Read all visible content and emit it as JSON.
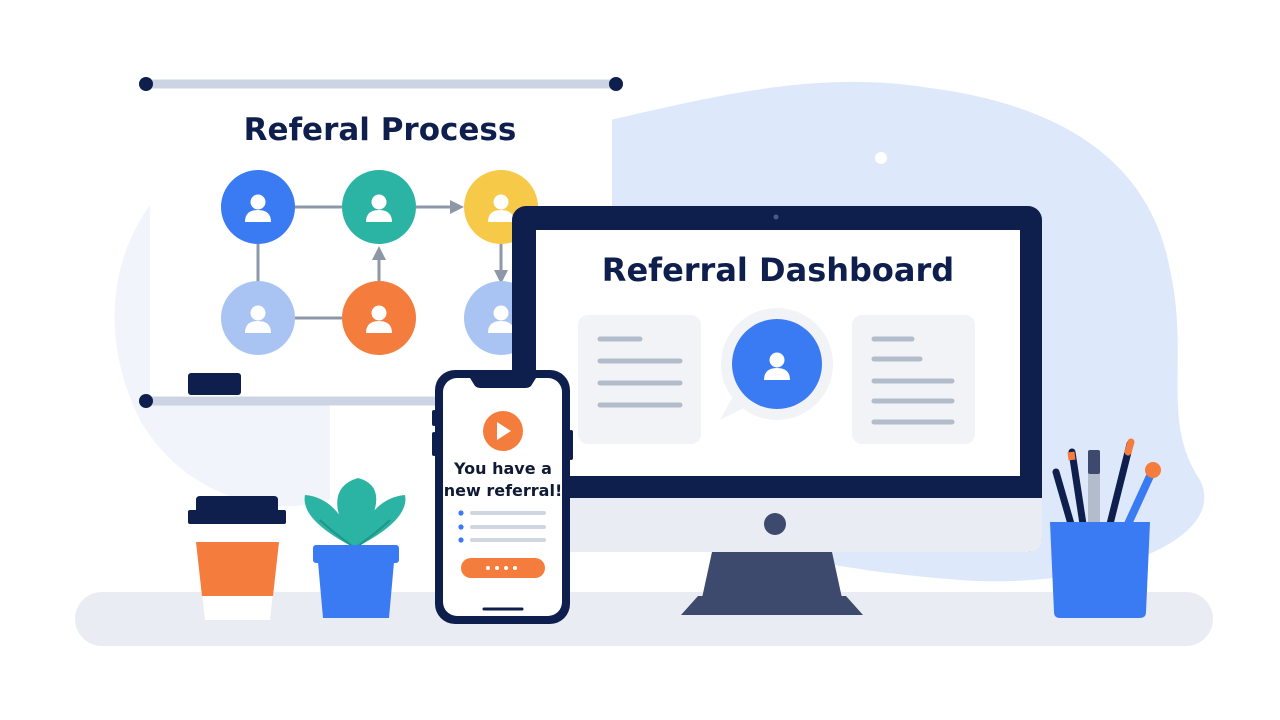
{
  "whiteboard": {
    "title": "Referal Process"
  },
  "monitor": {
    "title": "Referral Dashboard"
  },
  "phone": {
    "notification": "You have a new referral!"
  },
  "icons": {
    "user": "user-icon",
    "play": "play-icon",
    "arrow": "arrow-icon",
    "plant": "plant-icon",
    "coffee": "coffee-cup-icon",
    "pencils": "pencil-cup-icon"
  },
  "colors": {
    "navy": "#0f1f4d",
    "blue": "#3a7af2",
    "teal": "#2bb3a3",
    "yellow": "#f7c948",
    "orange": "#f47c3c",
    "light_blue": "#9dbdf2",
    "blob": "#dde8fb"
  }
}
